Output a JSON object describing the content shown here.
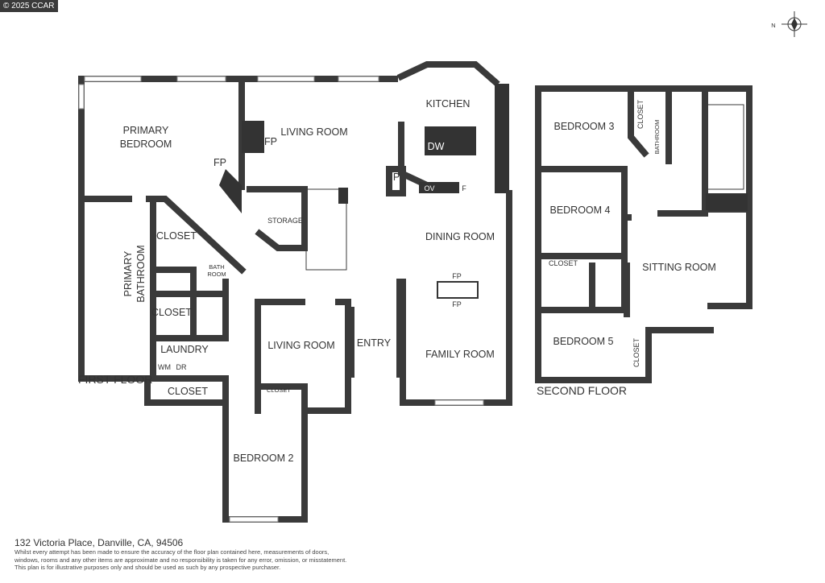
{
  "copyright": "© 2025 CCAR",
  "compass": {
    "label": "N"
  },
  "first_floor": {
    "title": "FIRST FLOOR",
    "rooms": {
      "primary_bedroom_1": "PRIMARY",
      "primary_bedroom_2": "BEDROOM",
      "living_room": "LIVING ROOM",
      "fp_living": "FP",
      "fp_bedroom": "FP",
      "kitchen": "KITCHEN",
      "dw": "DW",
      "p": "P",
      "ov": "OV",
      "f": "F",
      "storage": "STORAGE",
      "closet_a": "CLOSET",
      "primary_bathroom_1": "PRIMARY",
      "primary_bathroom_2": "BATHROOM",
      "bath_room_1": "BATH",
      "bath_room_2": "ROOM",
      "closet_b": "CLOSET",
      "laundry": "LAUNDRY",
      "wm": "WM",
      "dr": "DR",
      "closet_c": "CLOSET",
      "dining_room": "DINING ROOM",
      "fp_dining_1": "FP",
      "fp_dining_2": "FP",
      "living_room_2": "LIVING ROOM",
      "closet_d": "CLOSET",
      "entry": "ENTRY",
      "family_room": "FAMILY ROOM",
      "bedroom_2": "BEDROOM 2"
    }
  },
  "second_floor": {
    "title": "SECOND FLOOR",
    "rooms": {
      "bedroom_3": "BEDROOM 3",
      "closet_e": "CLOSET",
      "bathroom": "BATHROOM",
      "bedroom_4": "BEDROOM 4",
      "closet_f": "CLOSET",
      "sitting_room": "SITTING ROOM",
      "bedroom_5": "BEDROOM 5",
      "closet_g": "CLOSET"
    }
  },
  "footer": {
    "address": "132 Victoria Place, Danville, CA, 94506",
    "disclaimer": [
      "Whilst every attempt has been made to ensure the accuracy of the floor plan contained here, measurements of doors,",
      "windows, rooms and any other items are approximate and no responsibility is taken for any error, omission, or misstatement.",
      "This plan is for illustrative purposes only and should be used as such by any prospective purchaser."
    ]
  }
}
